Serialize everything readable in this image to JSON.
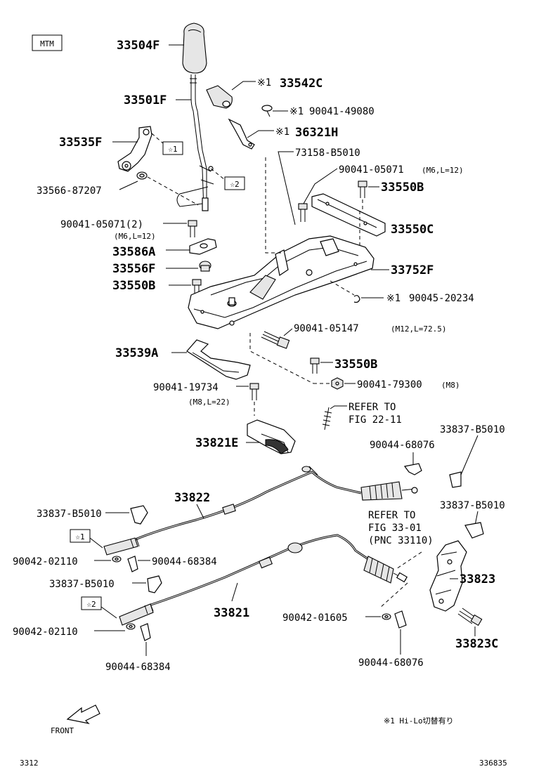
{
  "header": {
    "tag": "MTM"
  },
  "footer": {
    "left_code": "3312",
    "right_code": "336835",
    "front_label": "FRONT",
    "note": "※1 Hi-Lo切替有り"
  },
  "markers": {
    "star1": "☆1",
    "star2": "☆2",
    "ref1": "※1"
  },
  "refs": {
    "r1_line1": "REFER TO",
    "r1_line2": "FIG 22-11",
    "r2_line1": "REFER TO",
    "r2_line2": "FIG 33-01",
    "r2_line3": "(PNC 33110)"
  },
  "parts": {
    "p33504F": "33504F",
    "p33542C": "33542C",
    "p33501F": "33501F",
    "p90041_49080": "90041-49080",
    "p36321H": "36321H",
    "p33535F": "33535F",
    "p73158_B5010": "73158-B5010",
    "p90041_05071a": "90041-05071",
    "p90041_05071a_spec": "(M6,L=12)",
    "p33566_87207": "33566-87207",
    "p33550B_a": "33550B",
    "p90041_05071b": "90041-05071(2)",
    "p90041_05071b_spec": "(M6,L=12)",
    "p33550C": "33550C",
    "p33586A": "33586A",
    "p33752F": "33752F",
    "p33556F": "33556F",
    "p33550B_b": "33550B",
    "p90045_20234": "90045-20234",
    "p90041_05147": "90041-05147",
    "p90041_05147_spec": "(M12,L=72.5)",
    "p33539A": "33539A",
    "p33550B_c": "33550B",
    "p90041_19734": "90041-19734",
    "p90041_19734_spec": "(M8,L=22)",
    "p90041_79300": "90041-79300",
    "p90041_79300_spec": "(M8)",
    "p33837_B5010_a": "33837-B5010",
    "p33821E": "33821E",
    "p90044_68076_a": "90044-68076",
    "p33822": "33822",
    "p33837_B5010_b": "33837-B5010",
    "p33837_B5010_c": "33837-B5010",
    "p90042_02110_a": "90042-02110",
    "p90044_68384_a": "90044-68384",
    "p33823": "33823",
    "p33837_B5010_d": "33837-B5010",
    "p33821": "33821",
    "p90042_01605": "90042-01605",
    "p90042_02110_b": "90042-02110",
    "p33823C": "33823C",
    "p90044_68384_b": "90044-68384",
    "p90044_68076_b": "90044-68076"
  }
}
